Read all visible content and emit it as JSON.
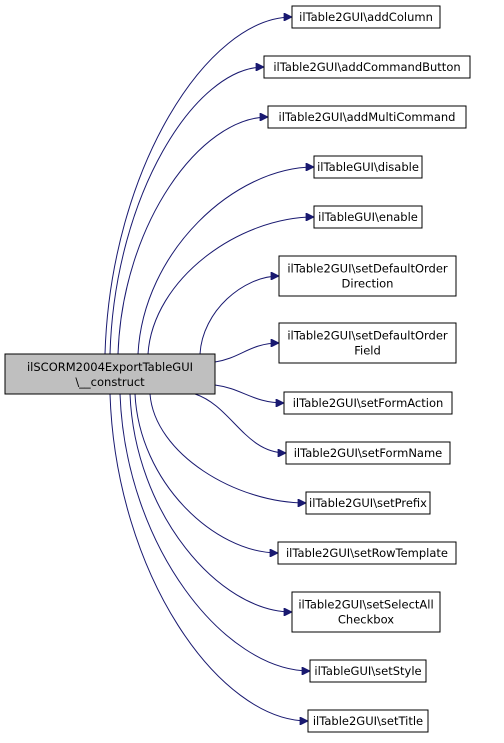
{
  "colors": {
    "edge": "#191970",
    "source_fill": "#bfbfbf",
    "node_fill": "#ffffff",
    "node_border": "#000000"
  },
  "source": {
    "lines": [
      "ilSCORM2004ExportTableGUI",
      "\\__construct"
    ]
  },
  "targets": [
    {
      "lines": [
        "ilTable2GUI\\addColumn"
      ]
    },
    {
      "lines": [
        "ilTable2GUI\\addCommandButton"
      ]
    },
    {
      "lines": [
        "ilTable2GUI\\addMultiCommand"
      ]
    },
    {
      "lines": [
        "ilTableGUI\\disable"
      ]
    },
    {
      "lines": [
        "ilTableGUI\\enable"
      ]
    },
    {
      "lines": [
        "ilTable2GUI\\setDefaultOrder",
        "Direction"
      ]
    },
    {
      "lines": [
        "ilTable2GUI\\setDefaultOrder",
        "Field"
      ]
    },
    {
      "lines": [
        "ilTable2GUI\\setFormAction"
      ]
    },
    {
      "lines": [
        "ilTable2GUI\\setFormName"
      ]
    },
    {
      "lines": [
        "ilTable2GUI\\setPrefix"
      ]
    },
    {
      "lines": [
        "ilTable2GUI\\setRowTemplate"
      ]
    },
    {
      "lines": [
        "ilTable2GUI\\setSelectAll",
        "Checkbox"
      ]
    },
    {
      "lines": [
        "ilTableGUI\\setStyle"
      ]
    },
    {
      "lines": [
        "ilTable2GUI\\setTitle"
      ]
    }
  ]
}
